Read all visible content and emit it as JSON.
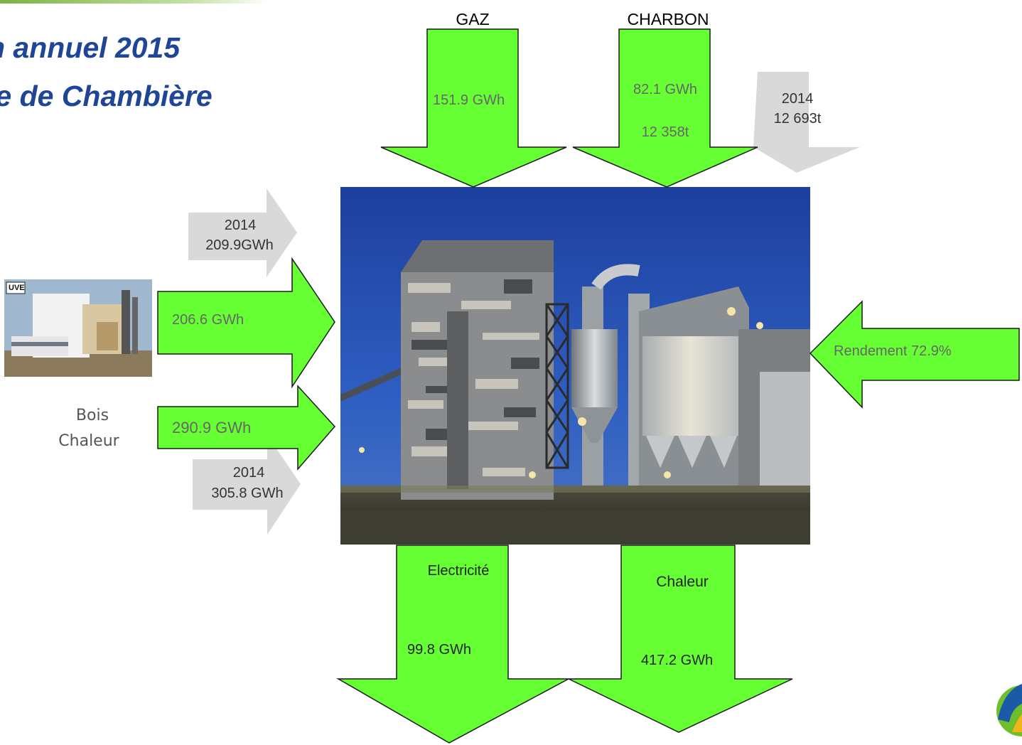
{
  "title": {
    "line1": "n annuel 2015",
    "line2": "le de Chambière"
  },
  "inputs": {
    "gaz": {
      "label": "GAZ",
      "value": "151.9 GWh"
    },
    "charbon": {
      "label": "CHARBON",
      "value": "82.1 GWh",
      "tonnage": "12 358t"
    },
    "charbon_2014": {
      "year": "2014",
      "value": "12 693t"
    },
    "bois": {
      "value": "206.6 GWh"
    },
    "bois_2014": {
      "year": "2014",
      "value": "209.9GWh"
    },
    "chaleur_in": {
      "value": "290.9 GWh"
    },
    "chaleur_in_2014": {
      "year": "2014",
      "value": "305.8 GWh"
    },
    "uve": {
      "badge": "UVE",
      "caption_line1": "Bois",
      "caption_line2": "Chaleur"
    }
  },
  "outputs": {
    "electricite": {
      "label": "Electricité",
      "value": "99.8 GWh"
    },
    "chaleur": {
      "label": "Chaleur",
      "value": "417.2 GWh"
    }
  },
  "rendement": {
    "label": "Rendement 72.9%"
  },
  "colors": {
    "arrow_green": "#66ff33",
    "arrow_grey": "#d9d9d9",
    "title_blue": "#1f4597"
  }
}
